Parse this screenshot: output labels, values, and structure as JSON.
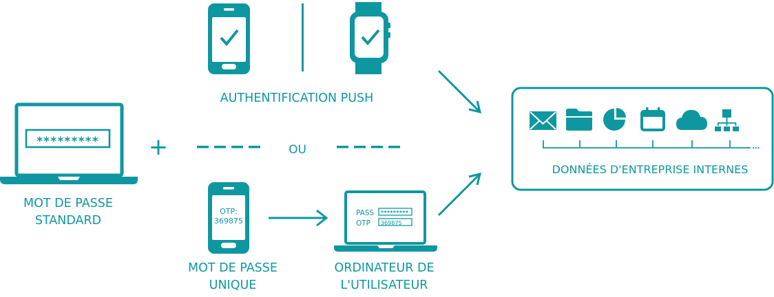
{
  "colors": {
    "accent": "#0f97a1",
    "background": "#ffffff"
  },
  "standard_password": {
    "icon": "laptop-password-icon",
    "masked_password": "*********",
    "label_lines": [
      "MOT DE PASSE",
      "STANDARD"
    ]
  },
  "plus_symbol": "+",
  "separator_text": "OU",
  "push_auth": {
    "icons": [
      "smartphone-check-icon",
      "smartwatch-check-icon"
    ],
    "label": "AUTHENTIFICATION PUSH"
  },
  "one_time_password": {
    "icon": "smartphone-otp-icon",
    "screen_lines": [
      "OTP:",
      "369875"
    ],
    "label_lines": [
      "MOT DE PASSE",
      "UNIQUE"
    ]
  },
  "user_computer": {
    "icon": "laptop-login-icon",
    "fields": [
      {
        "label": "PASS",
        "value": "*********"
      },
      {
        "label": "OTP",
        "value": "369875"
      }
    ],
    "label_lines": [
      "ORDINATEUR DE",
      "L'UTILISATEUR"
    ]
  },
  "enterprise_data": {
    "icons": [
      "mail-icon",
      "folder-icon",
      "pie-chart-icon",
      "calendar-icon",
      "cloud-icon",
      "network-icon"
    ],
    "more_indicator": "...",
    "label": "DONNÉES D'ENTREPRISE INTERNES"
  }
}
